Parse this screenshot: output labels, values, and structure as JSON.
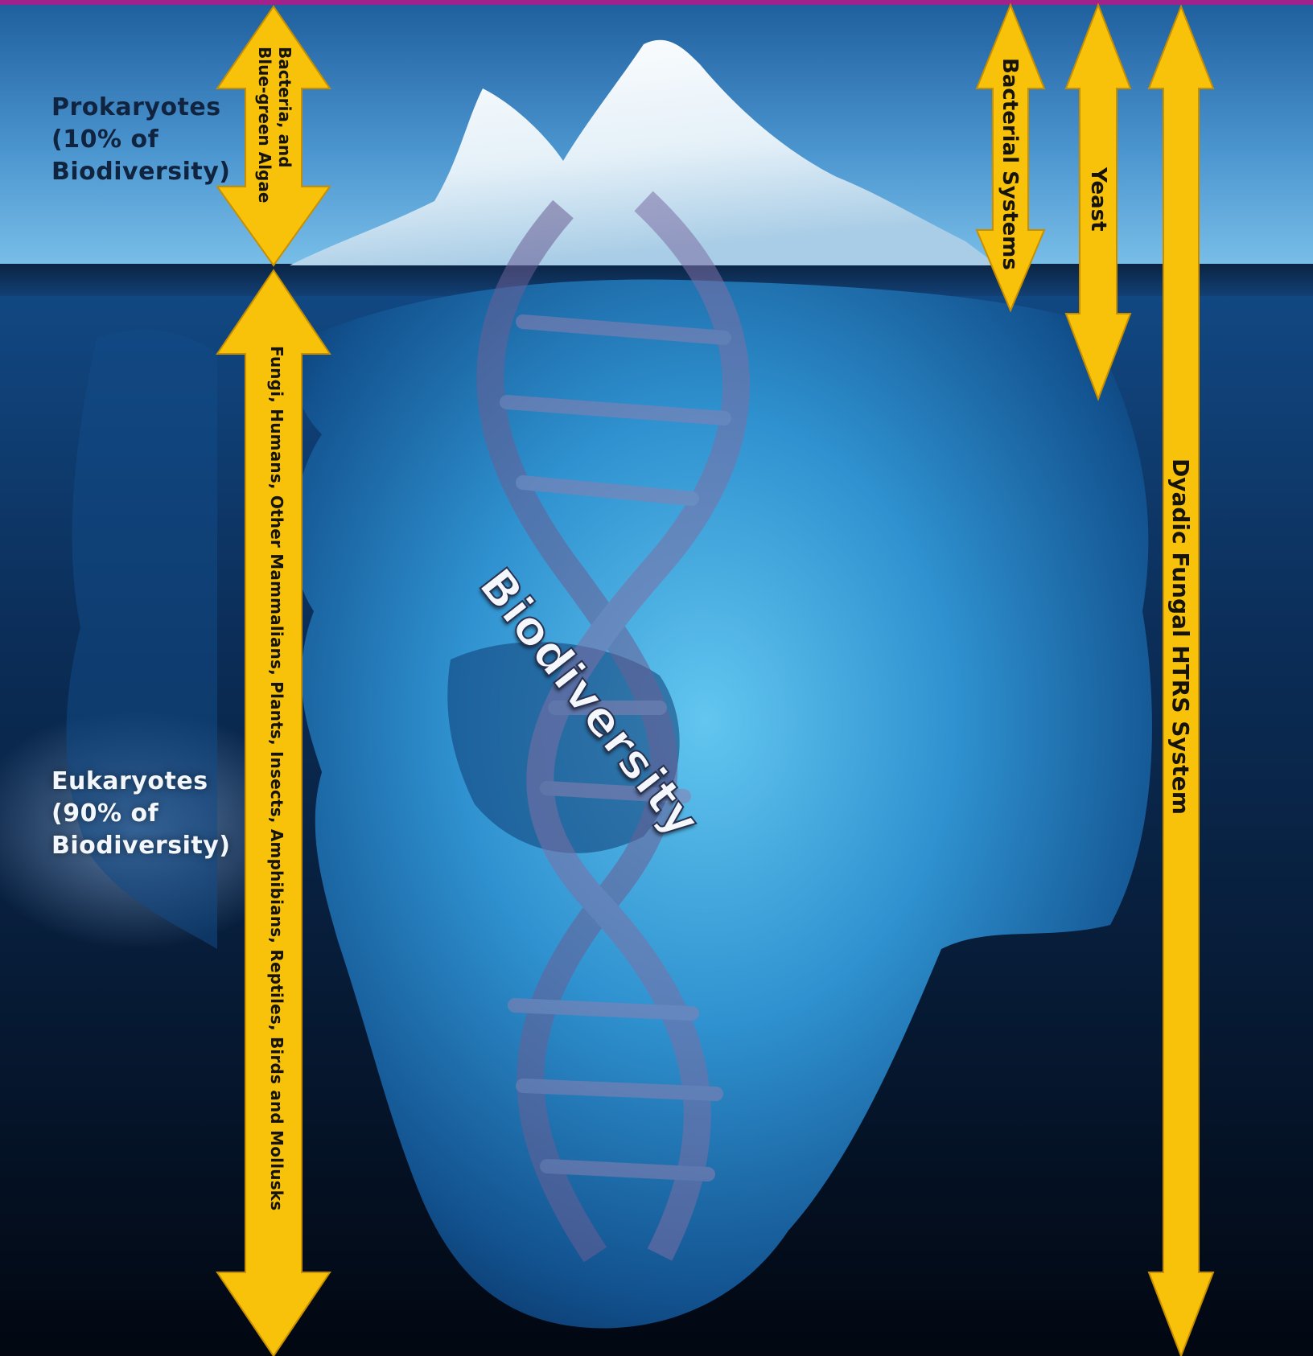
{
  "title": "Biodiversity",
  "groups": {
    "prokaryotes": "Prokaryotes\n(10% of\nBiodiversity)",
    "eukaryotes": "Eukaryotes\n(90% of\nBiodiversity)"
  },
  "arrows": {
    "prokaryote_scope": "Bacteria, and\nBlue-green Algae",
    "eukaryote_scope": "Fungi, Humans, Other Mammalians, Plants, Insects, Amphibians, Reptiles, Birds and Mollusks",
    "bacterial_systems": "Bacterial Systems",
    "yeast": "Yeast",
    "dyadic_system": "Dyadic Fungal HTRS System"
  },
  "colors": {
    "arrow": "#f8c20b",
    "arrow_edge": "#c78f00",
    "sky": "#5aa7d8",
    "deep_water": "#04101f",
    "ice": "#3aa7dc",
    "top_bar": "#a0228a"
  }
}
